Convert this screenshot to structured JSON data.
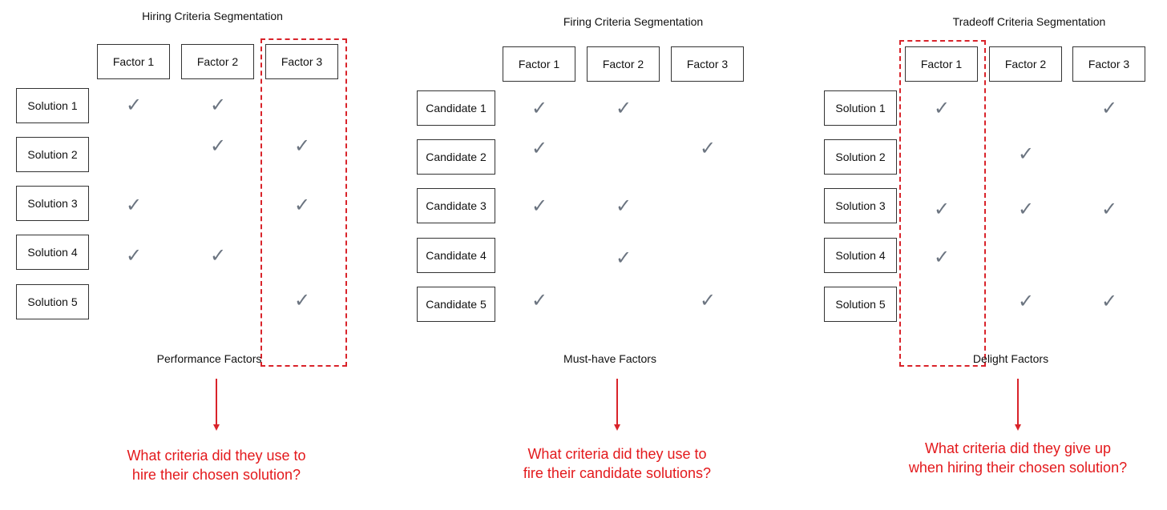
{
  "accent_color": "#e3191c",
  "check_icon": "checkmark-icon",
  "panels": [
    {
      "title": "Hiring Criteria Segmentation",
      "factors": [
        "Factor 1",
        "Factor 2",
        "Factor 3"
      ],
      "rows": [
        "Solution 1",
        "Solution 2",
        "Solution 3",
        "Solution 4",
        "Solution 5"
      ],
      "checks": [
        [
          true,
          true,
          false
        ],
        [
          false,
          true,
          true
        ],
        [
          true,
          false,
          true
        ],
        [
          true,
          true,
          false
        ],
        [
          false,
          false,
          true
        ]
      ],
      "highlighted_factor": 3,
      "footer": "Performance Factors",
      "question": [
        "What criteria did they use to",
        "hire their chosen solution?"
      ]
    },
    {
      "title": "Firing Criteria Segmentation",
      "factors": [
        "Factor 1",
        "Factor 2",
        "Factor 3"
      ],
      "rows": [
        "Candidate 1",
        "Candidate 2",
        "Candidate 3",
        "Candidate 4",
        "Candidate 5"
      ],
      "checks": [
        [
          true,
          true,
          false
        ],
        [
          true,
          false,
          true
        ],
        [
          true,
          true,
          false
        ],
        [
          false,
          true,
          false
        ],
        [
          true,
          false,
          true
        ]
      ],
      "highlighted_factor": null,
      "footer": "Must-have Factors",
      "question": [
        "What criteria did they use to",
        "fire their candidate solutions?"
      ]
    },
    {
      "title": "Tradeoff Criteria Segmentation",
      "factors": [
        "Factor 1",
        "Factor 2",
        "Factor 3"
      ],
      "rows": [
        "Solution 1",
        "Solution 2",
        "Solution 3",
        "Solution 4",
        "Solution 5"
      ],
      "checks": [
        [
          true,
          false,
          true
        ],
        [
          false,
          true,
          false
        ],
        [
          true,
          true,
          true
        ],
        [
          true,
          false,
          false
        ],
        [
          false,
          true,
          true
        ]
      ],
      "highlighted_factor": 1,
      "footer": "Delight Factors",
      "question": [
        "What criteria did they give up",
        "when hiring their chosen solution?"
      ]
    }
  ]
}
